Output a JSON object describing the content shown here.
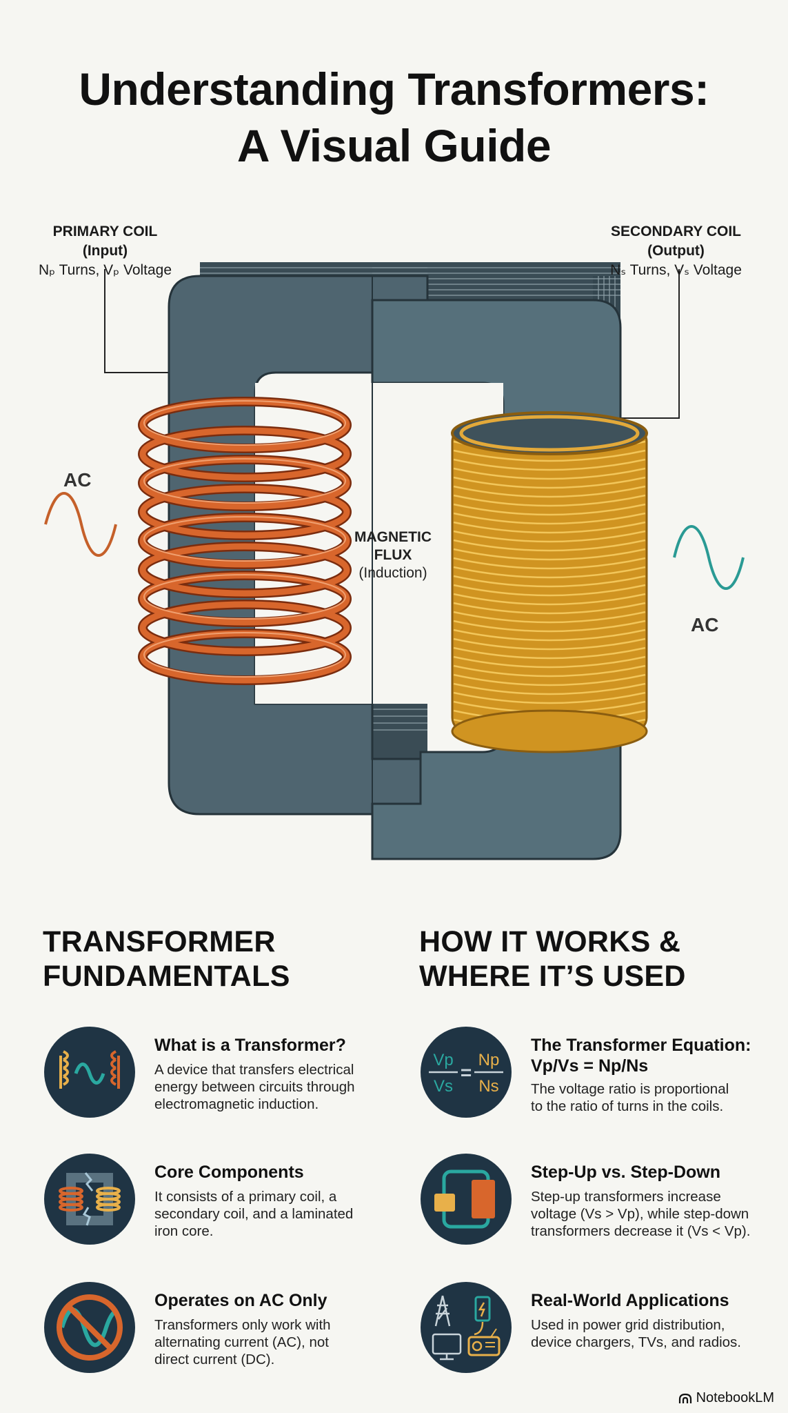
{
  "title": {
    "line1": "Understanding Transformers:",
    "line2": "A Visual Guide"
  },
  "diagram": {
    "primary": {
      "line1": "PRIMARY COIL",
      "line2": "(Input)",
      "line3": "Nₚ Turns, Vₚ Voltage"
    },
    "secondary": {
      "line1": "SECONDARY COIL",
      "line2": "(Output)",
      "line3": "Nₛ Turns, Vₛ Voltage"
    },
    "ac_left": "AC",
    "ac_right": "AC",
    "flux": {
      "line1": "MAGNETIC",
      "line2": "FLUX",
      "line3": "(Induction)"
    },
    "colors": {
      "core": "#4a5d66",
      "core_dark": "#2b3a42",
      "primary_coil": "#c9521e",
      "secondary_coil": "#e0a02a",
      "ac_left": "#c5602a",
      "ac_right": "#2a9a94"
    }
  },
  "fundamentals": {
    "heading1": "TRANSFORMER",
    "heading2": "FUNDAMENTALS",
    "items": [
      {
        "title": "What is a Transformer?",
        "desc1": "A device that transfers electrical",
        "desc2": "energy between circuits through",
        "desc3": "electromagnetic induction.",
        "icon": "coil-wave-icon"
      },
      {
        "title": "Core Components",
        "desc1": "It consists of a primary coil, a",
        "desc2": "secondary coil, and a laminated",
        "desc3": "iron core.",
        "icon": "core-coils-icon"
      },
      {
        "title": "Operates on AC Only",
        "desc1": "Transformers only work with",
        "desc2": "alternating current (AC), not",
        "desc3": "direct current (DC).",
        "icon": "no-dc-icon"
      }
    ]
  },
  "how": {
    "heading1": "HOW IT WORKS &",
    "heading2": "WHERE IT’S USED",
    "items": [
      {
        "title1": "The Transformer Equation:",
        "title2": "Vp/Vs = Np/Ns",
        "desc1": "The voltage ratio is proportional",
        "desc2": "to the ratio of turns in the coils.",
        "desc3": "",
        "icon": "equation-icon",
        "eq": {
          "vp": "Vp",
          "vs": "Vs",
          "np": "Np",
          "ns": "Ns",
          "eq": "="
        }
      },
      {
        "title1": "Step-Up vs. Step-Down",
        "title2": "",
        "desc1": "Step-up transformers increase",
        "desc2": "voltage (Vs > Vp), while step-down",
        "desc3": "transformers decrease it (Vs < Vp).",
        "icon": "step-up-down-icon"
      },
      {
        "title1": "Real-World Applications",
        "title2": "",
        "desc1": "Used in power grid distribution,",
        "desc2": "device chargers, TVs, and radios.",
        "desc3": "",
        "icon": "applications-icon"
      }
    ]
  },
  "brand": "NotebookLM"
}
